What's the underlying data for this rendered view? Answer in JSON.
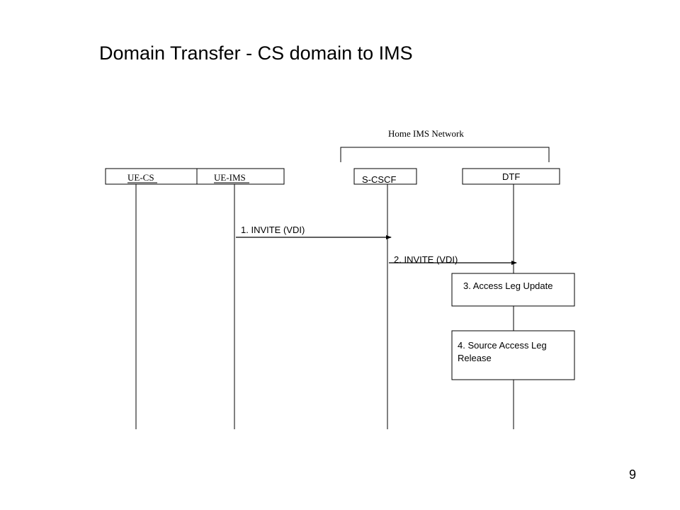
{
  "slide": {
    "title": "Domain Transfer - CS domain to IMS",
    "page_number": "9"
  },
  "diagram": {
    "network_label": "Home IMS Network",
    "entities": [
      "UE-CS",
      "UE-IMS",
      "S-CSCF",
      "DTF"
    ],
    "messages": [
      {
        "label": "1. INVITE (VDI)",
        "from": "UE-IMS",
        "to": "S-CSCF"
      },
      {
        "label": "2. INVITE (VDI)",
        "from": "S-CSCF",
        "to": "DTF"
      }
    ],
    "procedures": [
      {
        "label_line1": "3. Access Leg Update",
        "label_line2": "",
        "on": "DTF"
      },
      {
        "label_line1": "4. Source Access Leg",
        "label_line2": "Release",
        "on": "DTF"
      }
    ]
  }
}
